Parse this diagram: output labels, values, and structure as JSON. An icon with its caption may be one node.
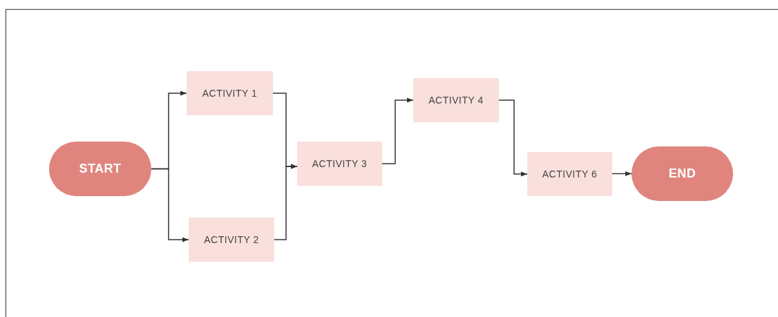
{
  "diagram": {
    "nodes": [
      {
        "text": [
          "START"
        ]
      },
      {
        "text": [
          "ACTIVITY 1"
        ]
      },
      {
        "text": [
          "ACTIVITY 2"
        ]
      },
      {
        "text": [
          "ACTIVITY 3"
        ]
      },
      {
        "text": [
          "ACTIVITY 4"
        ]
      },
      {
        "text": [
          "ACTIVITY 6"
        ]
      },
      {
        "text": [
          "END"
        ]
      }
    ],
    "edges": [
      {
        "from": 0,
        "to": 1,
        "arrow": "to"
      },
      {
        "from": 0,
        "to": 2,
        "arrow": "to"
      },
      {
        "from": 1,
        "to": 3,
        "arrow": "to"
      },
      {
        "from": 2,
        "to": 3,
        "arrow": "to"
      },
      {
        "from": 3,
        "to": 4,
        "arrow": "to"
      },
      {
        "from": 4,
        "to": 5,
        "arrow": "to"
      },
      {
        "from": 5,
        "to": 6,
        "arrow": "to"
      }
    ]
  }
}
